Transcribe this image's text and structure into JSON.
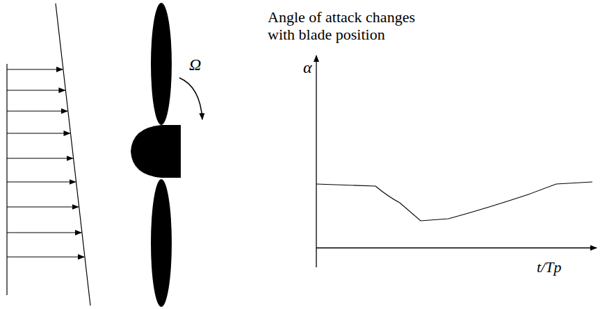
{
  "diagram": {
    "labels": [
      "Ω",
      "Angle of attack changes with blade position",
      "α",
      "t/Tp"
    ]
  }
}
